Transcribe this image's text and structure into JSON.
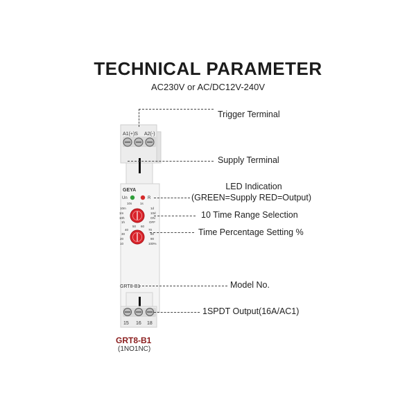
{
  "header": {
    "title": "TECHNICAL PARAMETER",
    "subtitle": "AC230V or AC/DC12V-240V"
  },
  "device": {
    "brand": "GEYA",
    "model_on_face": "GRT8-B1",
    "top_terminals": [
      "A1(+)S",
      "A2(-)"
    ],
    "bottom_terminals": [
      "15",
      "16",
      "18"
    ],
    "led_labels": [
      "Un",
      "R"
    ],
    "dial_top_labels": [
      "10s",
      "1s",
      "10m",
      "1m",
      "10d",
      "1d",
      "10h",
      "1h",
      "ON",
      "OFF",
      "1s",
      "1h"
    ],
    "dial_bottom_labels": [
      "10",
      "20",
      "30",
      "40",
      "50",
      "60",
      "70",
      "80",
      "90",
      "100%"
    ],
    "led_colors": {
      "green": "#2f9e3a",
      "red": "#d42a2a"
    },
    "dial_color": "#d9232a"
  },
  "callouts": {
    "trigger": "Trigger Terminal",
    "supply": "Supply Terminal",
    "led_title": "LED Indication",
    "led_detail": "(GREEN=Supply   RED=Output)",
    "time_range": "10 Time Range Selection",
    "time_percent": "Time Percentage Setting %",
    "model_no": "Model No.",
    "output": "1SPDT Output(16A/AC1)"
  },
  "footer": {
    "model": "GRT8-B1",
    "contact": "(1NO1NC)"
  }
}
